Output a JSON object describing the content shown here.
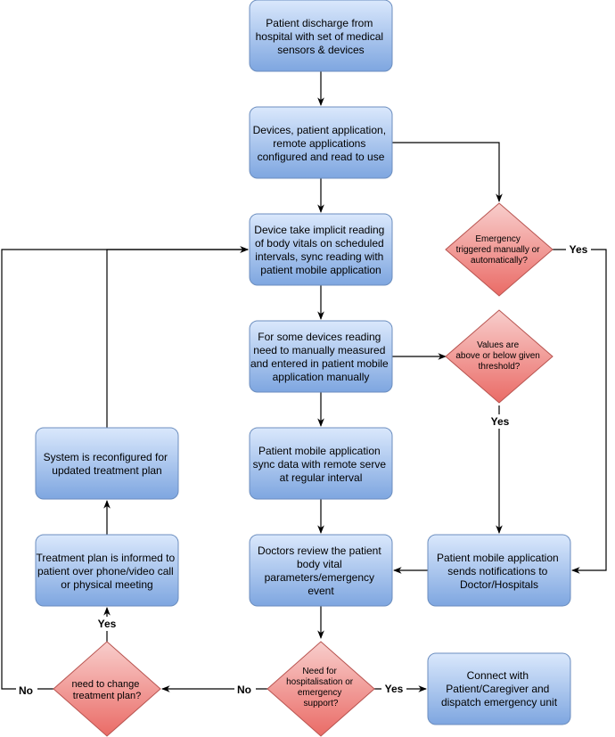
{
  "process_boxes": [
    {
      "key": "discharge",
      "lines": [
        "Patient discharge from",
        "hospital with set of medical",
        "sensors & devices"
      ]
    },
    {
      "key": "configure",
      "lines": [
        "Devices, patient application,",
        "remote applications",
        "configured and read to use"
      ]
    },
    {
      "key": "implicit_reading",
      "lines": [
        "Device take implicit reading",
        "of body vitals on scheduled",
        "intervals, sync reading with",
        "patient mobile application"
      ]
    },
    {
      "key": "manual_reading",
      "lines": [
        "For some devices reading",
        "need to manually measured",
        "and entered in patient mobile",
        "application manually"
      ]
    },
    {
      "key": "sync",
      "lines": [
        "Patient mobile application",
        "sync data with remote serve",
        "at regular interval"
      ]
    },
    {
      "key": "doctor_review",
      "lines": [
        "Doctors review the patient",
        "body vital",
        "parameters/emergency",
        "event"
      ]
    },
    {
      "key": "reconfigure",
      "lines": [
        "System is reconfigured for",
        "updated treatment plan"
      ]
    },
    {
      "key": "treatment_inform",
      "lines": [
        "Treatment plan is informed to",
        "patient over phone/video call",
        "or physical meeting"
      ]
    },
    {
      "key": "notify",
      "lines": [
        "Patient mobile application",
        "sends notifications to",
        "Doctor/Hospitals"
      ]
    },
    {
      "key": "dispatch",
      "lines": [
        "Connect with",
        "Patient/Caregiver and",
        "dispatch emergency unit"
      ]
    }
  ],
  "decisions": [
    {
      "key": "emergency",
      "lines": [
        "Emergency",
        "triggered manually or",
        "automatically?"
      ]
    },
    {
      "key": "threshold",
      "lines": [
        "Values are",
        "above or below given",
        "threshold?"
      ]
    },
    {
      "key": "hospitalisation",
      "lines": [
        "Need for",
        "hospitalisation or",
        "emergency",
        "support?"
      ]
    },
    {
      "key": "change_plan",
      "lines": [
        "need to change",
        "treatment plan?"
      ]
    }
  ],
  "edge_labels": {
    "emergency_yes": "Yes",
    "threshold_yes": "Yes",
    "hospital_yes": "Yes",
    "hospital_no": "No",
    "change_yes": "Yes",
    "change_no": "No"
  },
  "colors": {
    "box_top": "#dae8fc",
    "box_bottom": "#7ea6e0",
    "box_stroke": "#6c8ebf",
    "diamond_top": "#f8cecc",
    "diamond_bottom": "#ea6b66",
    "diamond_stroke": "#b85450"
  }
}
